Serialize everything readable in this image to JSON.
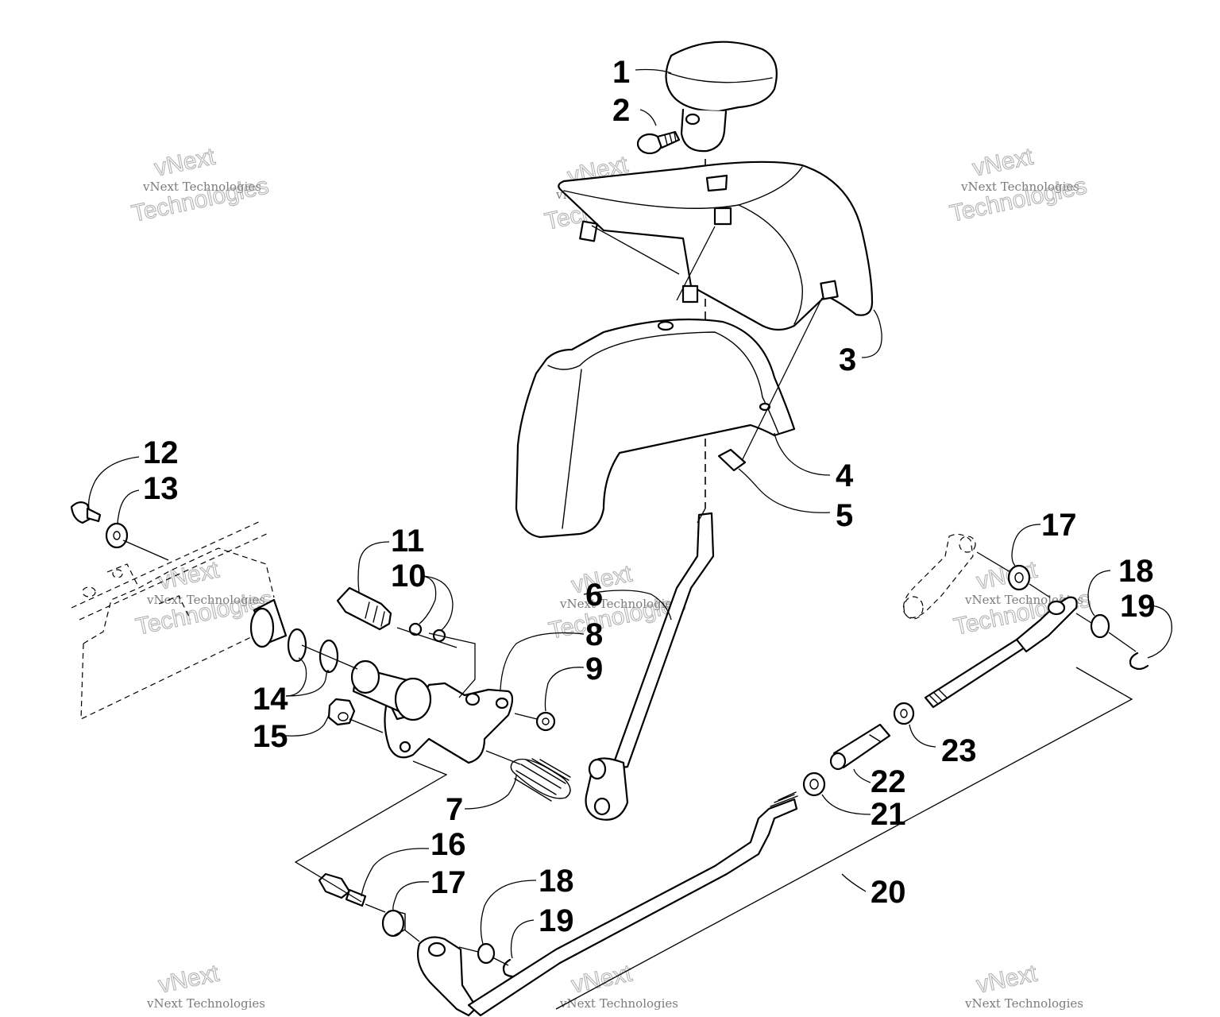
{
  "callouts": [
    {
      "id": "c1",
      "label": "1"
    },
    {
      "id": "c2",
      "label": "2"
    },
    {
      "id": "c3",
      "label": "3"
    },
    {
      "id": "c4",
      "label": "4"
    },
    {
      "id": "c5",
      "label": "5"
    },
    {
      "id": "c6",
      "label": "6"
    },
    {
      "id": "c7",
      "label": "7"
    },
    {
      "id": "c8",
      "label": "8"
    },
    {
      "id": "c9",
      "label": "9"
    },
    {
      "id": "c10",
      "label": "10"
    },
    {
      "id": "c11",
      "label": "11"
    },
    {
      "id": "c12",
      "label": "12"
    },
    {
      "id": "c13",
      "label": "13"
    },
    {
      "id": "c14",
      "label": "14"
    },
    {
      "id": "c15",
      "label": "15"
    },
    {
      "id": "c16",
      "label": "16"
    },
    {
      "id": "c17a",
      "label": "17"
    },
    {
      "id": "c17b",
      "label": "17"
    },
    {
      "id": "c18a",
      "label": "18"
    },
    {
      "id": "c18b",
      "label": "18"
    },
    {
      "id": "c19a",
      "label": "19"
    },
    {
      "id": "c19b",
      "label": "19"
    },
    {
      "id": "c20",
      "label": "20"
    },
    {
      "id": "c21",
      "label": "21"
    },
    {
      "id": "c22",
      "label": "22"
    },
    {
      "id": "c23",
      "label": "23"
    }
  ],
  "watermark": {
    "line1": "vNext Technologies",
    "line2": "vNext",
    "line3": "Technologies"
  }
}
